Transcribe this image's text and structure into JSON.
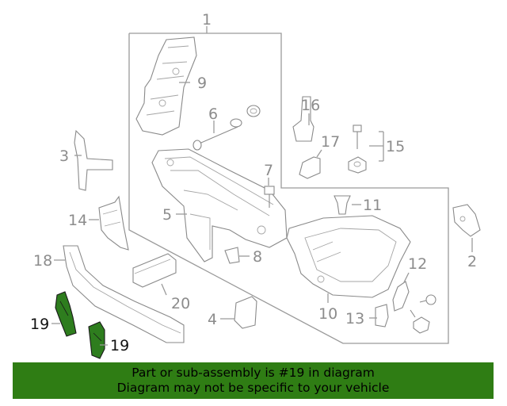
{
  "callouts": {
    "c1": "1",
    "c2": "2",
    "c3": "3",
    "c4": "4",
    "c5": "5",
    "c6": "6",
    "c7": "7",
    "c8": "8",
    "c9": "9",
    "c10": "10",
    "c11": "11",
    "c12": "12",
    "c13": "13",
    "c14": "14",
    "c15": "15",
    "c16": "16",
    "c17": "17",
    "c18": "18",
    "c19a": "19",
    "c19b": "19",
    "c20": "20"
  },
  "highlight": {
    "part_number": "19",
    "color": "#2e7d1e"
  },
  "footer": {
    "line1": "Part or sub-assembly is #19 in diagram",
    "line2": "Diagram may not be specific to your vehicle",
    "background": "#2f7d14"
  }
}
